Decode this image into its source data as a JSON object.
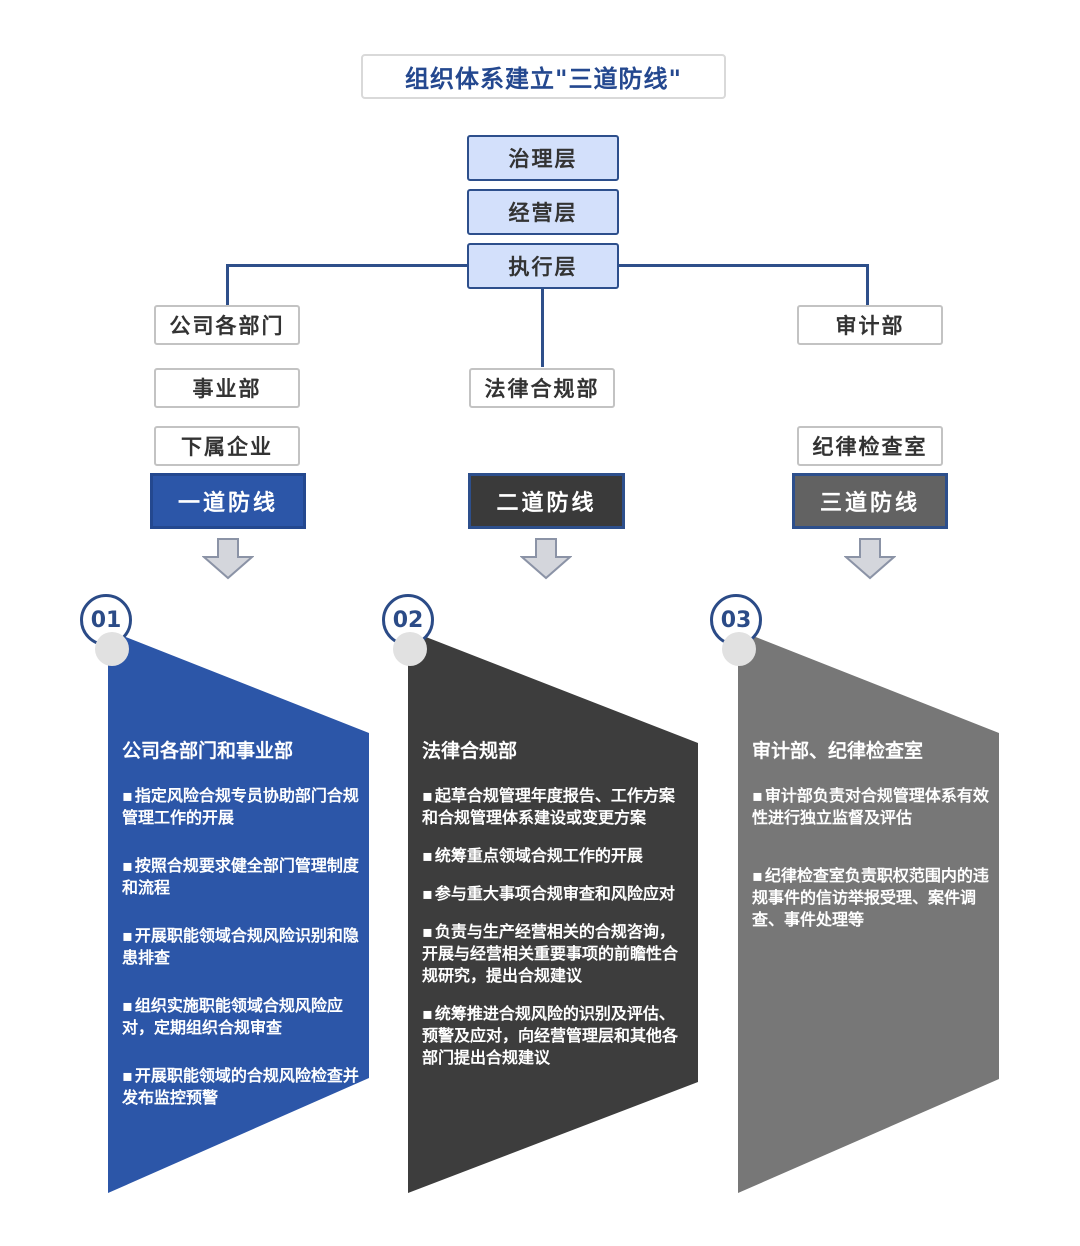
{
  "title": "组织体系建立\"三道防线\"",
  "layers": [
    "治理层",
    "经营层",
    "执行层"
  ],
  "left_column": {
    "departments": [
      "公司各部门",
      "事业部",
      "下属企业"
    ],
    "line_label": "一道防线",
    "color": "#2c56a8"
  },
  "middle_column": {
    "departments": [
      "法律合规部"
    ],
    "line_label": "二道防线",
    "color": "#3a3a3a"
  },
  "right_column": {
    "departments": [
      "审计部",
      "纪律检查室"
    ],
    "line_label": "三道防线",
    "color": "#626262"
  },
  "panels": [
    {
      "number": "01",
      "heading": "公司各部门和事业部",
      "color": "#2c56a8",
      "items": [
        "指定风险合规专员协助部门合规管理工作的开展",
        "按照合规要求健全部门管理制度和流程",
        "开展职能领域合规风险识别和隐患排查",
        "组织实施职能领域合规风险应对，定期组织合规审查",
        "开展职能领域的合规风险检查并发布监控预警"
      ]
    },
    {
      "number": "02",
      "heading": "法律合规部",
      "color": "#3d3d3d",
      "items": [
        "起草合规管理年度报告、工作方案和合规管理体系建设或变更方案",
        "统筹重点领域合规工作的开展",
        "参与重大事项合规审查和风险应对",
        "负责与生产经营相关的合规咨询，开展与经营相关重要事项的前瞻性合规研究，提出合规建议",
        "统筹推进合规风险的识别及评估、预警及应对，向经营管理层和其他各部门提出合规建议"
      ]
    },
    {
      "number": "03",
      "heading": "审计部、纪律检查室",
      "color": "#777777",
      "items": [
        "审计部负责对合规管理体系有效性进行独立监督及评估",
        "纪律检查室负责职权范围内的违规事件的信访举报受理、案件调查、事件处理等"
      ]
    }
  ],
  "bullet": "▪"
}
